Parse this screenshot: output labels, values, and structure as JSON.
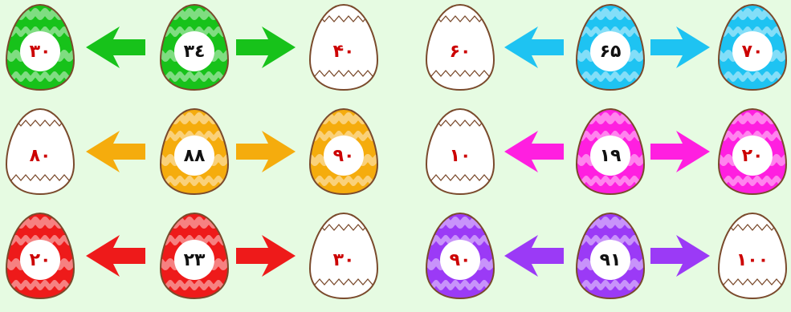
{
  "colors": {
    "green": "#17c21a",
    "orange": "#f5ac0d",
    "red": "#ee1a1a",
    "cyan": "#1ec3f2",
    "magenta": "#ff1fe0",
    "purple": "#9b3af6",
    "outline": "#7a4a2c",
    "blank_fill": "#ffffff",
    "number_red": "#cc0000",
    "number_black": "#111111"
  },
  "puzzles": [
    {
      "color": "green",
      "left": {
        "value": "٣٠",
        "colored": true,
        "number_color": "red"
      },
      "center": {
        "value": "٣٤",
        "number_color": "black"
      },
      "right": {
        "value": "۴٠",
        "colored": false,
        "number_color": "red"
      }
    },
    {
      "color": "cyan",
      "left": {
        "value": "۶٠",
        "colored": false,
        "number_color": "red"
      },
      "center": {
        "value": "۶۵",
        "number_color": "black"
      },
      "right": {
        "value": "٧٠",
        "colored": true,
        "number_color": "red"
      }
    },
    {
      "color": "orange",
      "left": {
        "value": "٨٠",
        "colored": false,
        "number_color": "red"
      },
      "center": {
        "value": "٨٨",
        "number_color": "black"
      },
      "right": {
        "value": "٩٠",
        "colored": true,
        "number_color": "red"
      }
    },
    {
      "color": "magenta",
      "left": {
        "value": "١٠",
        "colored": false,
        "number_color": "red"
      },
      "center": {
        "value": "١٩",
        "number_color": "black"
      },
      "right": {
        "value": "٢٠",
        "colored": true,
        "number_color": "red"
      }
    },
    {
      "color": "red",
      "left": {
        "value": "٢٠",
        "colored": true,
        "number_color": "red"
      },
      "center": {
        "value": "٢٣",
        "number_color": "black"
      },
      "right": {
        "value": "٣٠",
        "colored": false,
        "number_color": "red"
      }
    },
    {
      "color": "purple",
      "left": {
        "value": "٩٠",
        "colored": true,
        "number_color": "red"
      },
      "center": {
        "value": "٩١",
        "number_color": "black"
      },
      "right": {
        "value": "١٠٠",
        "colored": false,
        "number_color": "red"
      }
    }
  ]
}
